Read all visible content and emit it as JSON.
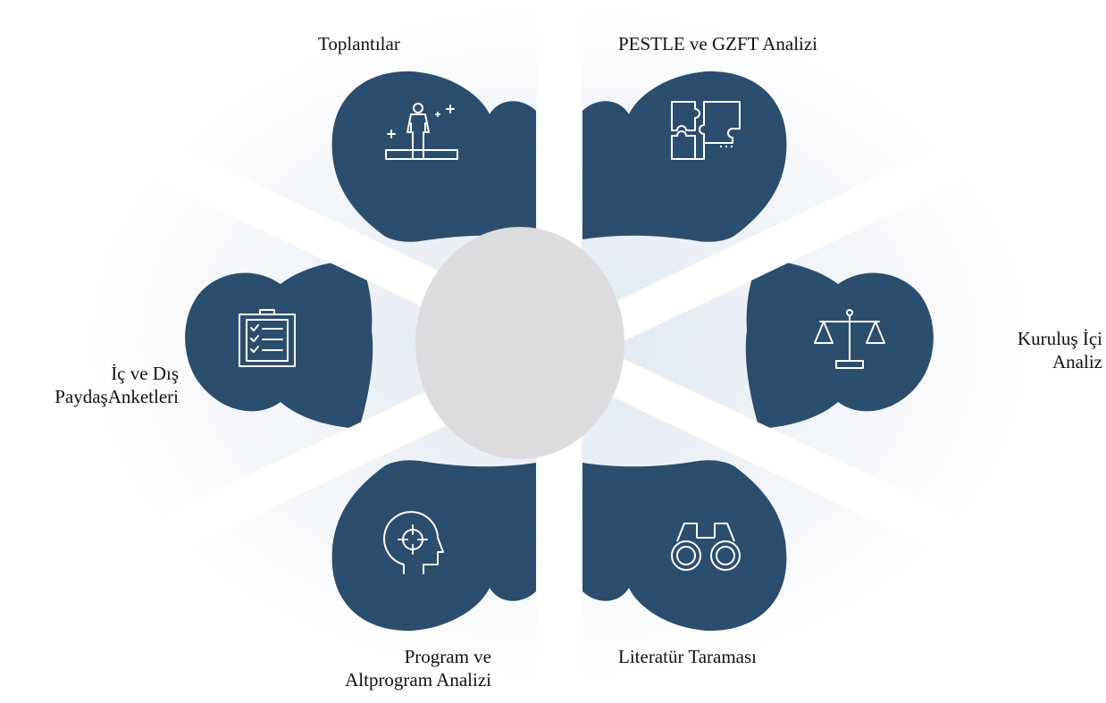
{
  "diagram": {
    "colors": {
      "petal": "#2b4d6e",
      "center": "#dcdcde",
      "gap": "#ffffff",
      "glow": "#e8eef5",
      "icon_stroke": "#ffffff",
      "text": "#111111"
    },
    "items": [
      {
        "label": "Toplantılar",
        "icon": "person-podium-icon"
      },
      {
        "label": "PESTLE ve GZFT Analizi",
        "icon": "puzzle-icon"
      },
      {
        "label": "Kuruluş İçi\nAnaliz",
        "icon": "balance-scale-icon"
      },
      {
        "label": "Literatür Taraması",
        "icon": "binoculars-icon"
      },
      {
        "label": "Program ve\nAltprogram Analizi",
        "icon": "head-target-icon"
      },
      {
        "label": "İç ve Dış\nPaydaşAnketleri",
        "icon": "clipboard-checklist-icon"
      }
    ]
  }
}
